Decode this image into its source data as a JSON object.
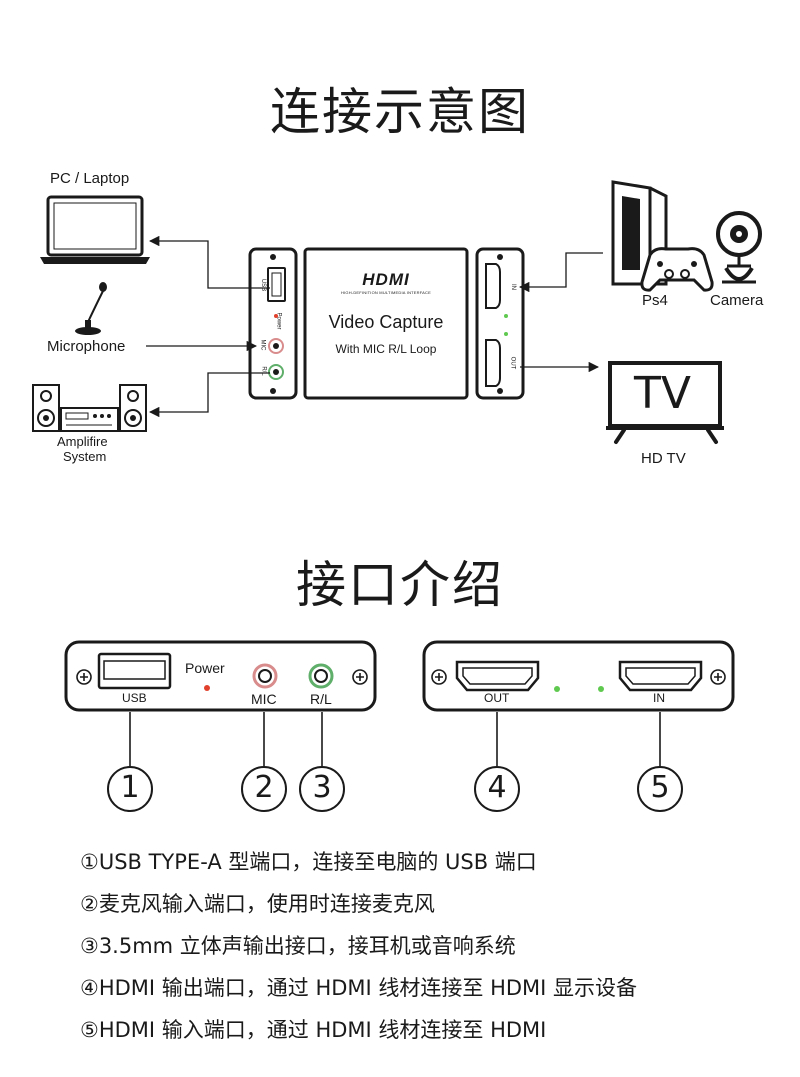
{
  "titles": {
    "connection": "连接示意图",
    "interfaces": "接口介绍"
  },
  "devices": {
    "pc": "PC / Laptop",
    "microphone": "Microphone",
    "amplifier_line1": "Amplifire",
    "amplifier_line2": "System",
    "ps4": "Ps4",
    "camera": "Camera",
    "tv_screen": "TV",
    "tv_label": "HD TV"
  },
  "center_box": {
    "logo": "HDMI",
    "logo_sub": "HIGH-DEFINITION MULTIMEDIA INTERFACE",
    "title": "Video Capture",
    "subtitle": "With MIC R/L Loop"
  },
  "small_panel_left": {
    "usb": "USB",
    "power": "Power",
    "mic": "MIC",
    "rl": "R/L"
  },
  "small_panel_right": {
    "in": "IN",
    "out": "OUT"
  },
  "big_panel_left": {
    "power": "Power",
    "usb": "USB",
    "mic": "MIC",
    "rl": "R/L"
  },
  "big_panel_right": {
    "out": "OUT",
    "in": "IN"
  },
  "callouts": [
    "1",
    "2",
    "3",
    "4",
    "5"
  ],
  "descriptions": [
    "①USB TYPE-A 型端口，连接至电脑的 USB 端口",
    "②麦克风输入端口，使用时连接麦克风",
    "③3.5mm 立体声输出接口，接耳机或音响系统",
    "④HDMI 输出端口，通过 HDMI 线材连接至 HDMI 显示设备",
    "⑤HDMI 输入端口，通过 HDMI 线材连接至 HDMI"
  ],
  "colors": {
    "ink": "#1a1a1a",
    "power_led": "#e0402c",
    "mic_ring": "#d98c8c",
    "rl_ring": "#5fae6a",
    "green_led": "#5fc94f"
  }
}
